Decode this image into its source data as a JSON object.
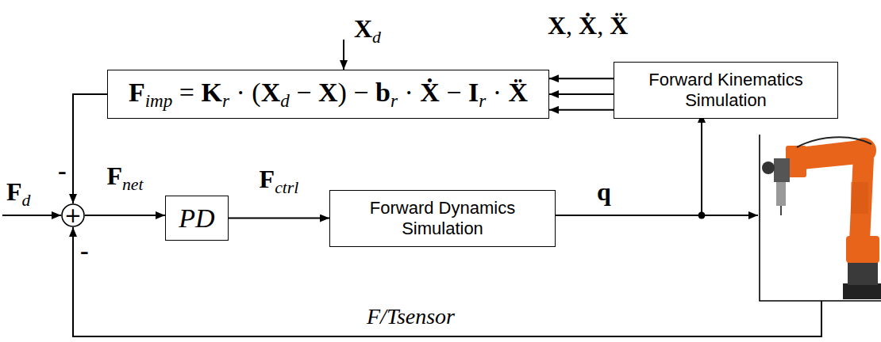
{
  "diagram": {
    "nodes": [
      {
        "text": [
          "Fimp = Kr · (Xd − X) − br · Ẋ − Ir · Ẍ"
        ]
      },
      {
        "text": [
          "Forward Kinematics Simulation"
        ]
      },
      {
        "text": [
          "+"
        ]
      },
      {
        "text": [
          "PD"
        ]
      },
      {
        "text": [
          "Forward Dynamics Simulation"
        ]
      }
    ],
    "edges": [
      {
        "from": 1,
        "to": 0,
        "arrow": "to"
      },
      {
        "from": 1,
        "to": 0,
        "arrow": "to"
      },
      {
        "from": 1,
        "to": 0,
        "arrow": "to"
      },
      {
        "from": 0,
        "to": 2,
        "arrow": "to"
      },
      {
        "from": 2,
        "to": 3,
        "arrow": "to",
        "label": "Fnet"
      },
      {
        "from": 3,
        "to": 4,
        "arrow": "to",
        "label": "Fctrl"
      }
    ],
    "labels": [
      "Xd",
      "X, Ẋ, Ẍ",
      "-",
      "Fd",
      "q",
      "-",
      "F/Tsensor"
    ]
  }
}
